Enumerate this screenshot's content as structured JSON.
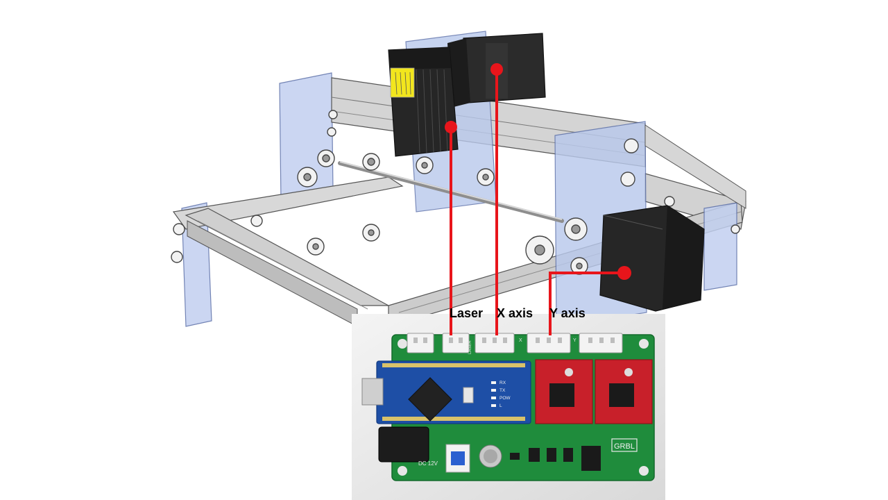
{
  "labels": {
    "laser": "Laser",
    "x_axis": "X axis",
    "y_axis": "Y axis"
  },
  "board": {
    "silkscreen_grbl": "GRBL",
    "silkscreen_dc": "DC 12V",
    "silkscreen_laser": "LASER",
    "silkscreen_x": "X",
    "silkscreen_y": "Y",
    "led_rx": "RX",
    "led_tx": "TX",
    "led_pow": "POW",
    "led_l": "L"
  },
  "colors": {
    "wire": "#e8151b",
    "aluminum": "#c9c9c9",
    "acrylic": "#b9c9ec",
    "motor": "#2b2b2b",
    "pcb": "#1f8c3c",
    "arduino": "#1e4fa6",
    "driver": "#c8202a",
    "laser_sticker": "#f2e61d"
  }
}
